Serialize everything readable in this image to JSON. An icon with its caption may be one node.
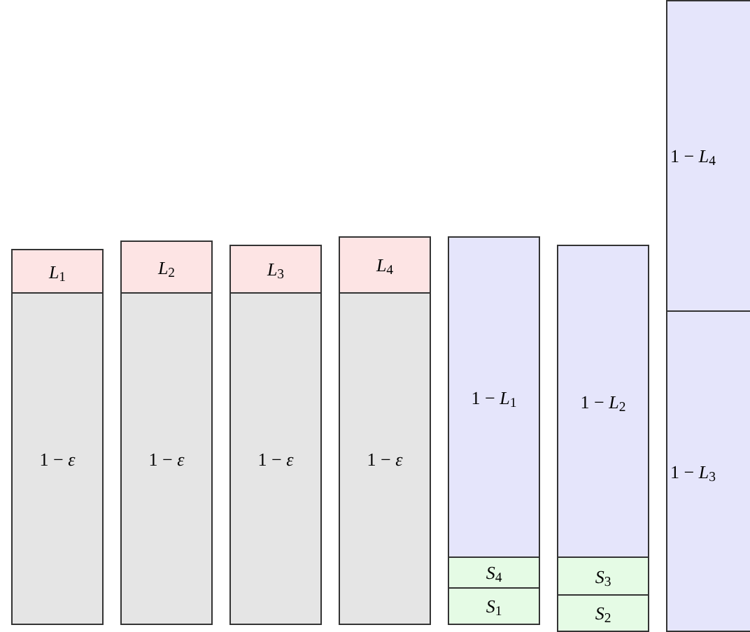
{
  "diagram": {
    "nodes": [
      {
        "text": [
          "*L*$_{1}$"
        ]
      },
      {
        "text": [
          "1 − *ε*"
        ]
      },
      {
        "text": [
          "*L*$_{2}$"
        ]
      },
      {
        "text": [
          "1 − *ε*"
        ]
      },
      {
        "text": [
          "*L*$_{3}$"
        ]
      },
      {
        "text": [
          "1 − *ε*"
        ]
      },
      {
        "text": [
          "*L*$_{4}$"
        ]
      },
      {
        "text": [
          "1 − *ε*"
        ]
      },
      {
        "text": [
          "1 − *L*$_{1}$"
        ]
      },
      {
        "text": [
          "*S*$_{4}$"
        ]
      },
      {
        "text": [
          "*S*$_{1}$"
        ]
      },
      {
        "text": [
          "1 − *L*$_{2}$"
        ]
      },
      {
        "text": [
          "*S*$_{3}$"
        ]
      },
      {
        "text": [
          "*S*$_{2}$"
        ]
      },
      {
        "text": [
          "1 − *L*$_{4}$"
        ]
      },
      {
        "text": [
          "1 − *L*$_{3}$"
        ]
      }
    ]
  }
}
